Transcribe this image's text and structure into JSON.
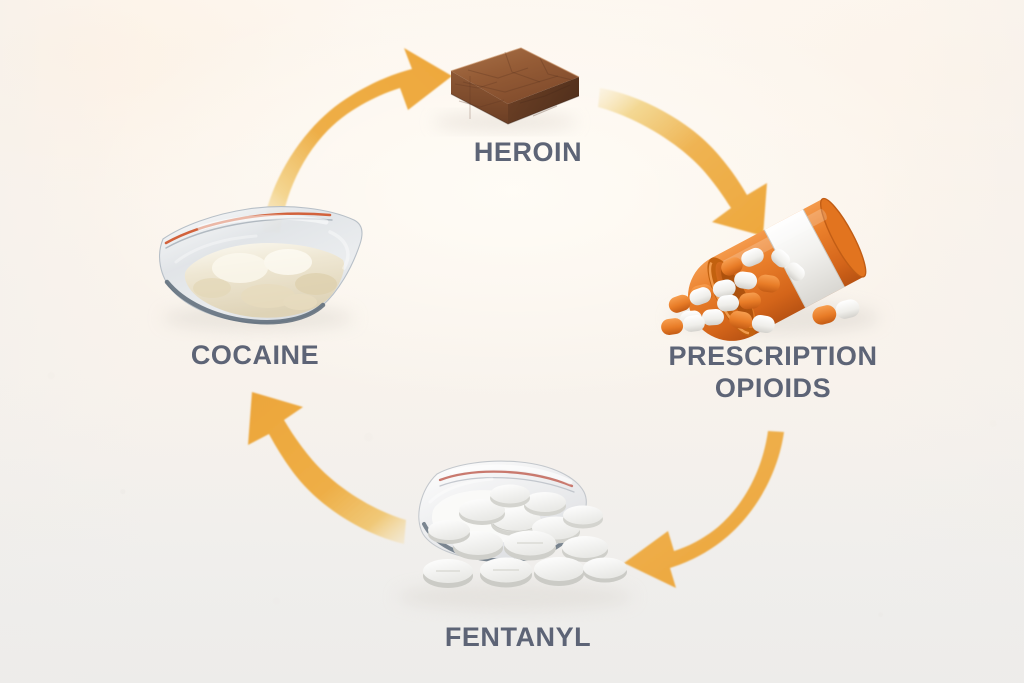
{
  "diagram": {
    "type": "cycle",
    "title_visible": false,
    "background_color": "#fbf5ee",
    "label_color": "#5d6476",
    "arrow_color": "#eda73c",
    "arrow_color_light": "#f5d88e",
    "nodes": [
      {
        "id": "heroin",
        "label": "HEROIN",
        "position": "top",
        "icon": "heroin-brick-icon",
        "colors": {
          "top": "#a2663f",
          "front": "#8f5634",
          "side": "#6d3f24"
        }
      },
      {
        "id": "prescription-opioids",
        "label": "PRESCRIPTION\nOPIOIDS",
        "position": "right",
        "icon": "pill-bottle-icon",
        "colors": {
          "bottle": "#e87826",
          "label": "#f4f3f1",
          "capsule": "#ef8c2c"
        }
      },
      {
        "id": "fentanyl",
        "label": "FENTANYL",
        "position": "bottom",
        "icon": "pill-bag-icon",
        "colors": {
          "bag": "#f2f3f4",
          "pill": "#f6f6f4",
          "seal": "#c9796e"
        }
      },
      {
        "id": "cocaine",
        "label": "COCAINE",
        "position": "left",
        "icon": "powder-bag-icon",
        "colors": {
          "bag": "#e6e8ea",
          "powder": "#efe6cf",
          "seal": "#d2623c"
        }
      }
    ],
    "arrows": [
      {
        "id": "cocaine-to-heroin",
        "from": "cocaine",
        "to": "heroin",
        "direction": "clockwise"
      },
      {
        "id": "heroin-to-opioids",
        "from": "heroin",
        "to": "prescription-opioids",
        "direction": "clockwise"
      },
      {
        "id": "opioids-to-fentanyl",
        "from": "prescription-opioids",
        "to": "fentanyl",
        "direction": "clockwise"
      },
      {
        "id": "fentanyl-to-cocaine",
        "from": "fentanyl",
        "to": "cocaine",
        "direction": "clockwise"
      }
    ]
  }
}
